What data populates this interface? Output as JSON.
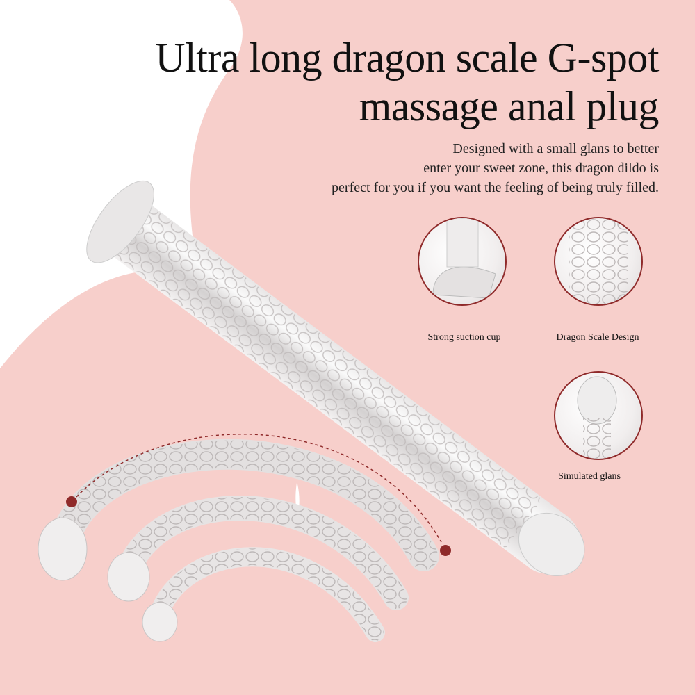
{
  "title": {
    "line1": "Ultra long dragon scale G-spot",
    "line2": "massage anal plug"
  },
  "description": {
    "line1": "Designed with a small glans to better",
    "line2": "enter your sweet zone, this dragon dildo is",
    "line3": "perfect for you if you want the feeling of being truly filled."
  },
  "features": [
    {
      "label": "Strong suction cup",
      "icon": "suction-cup-detail"
    },
    {
      "label": "Dragon Scale Design",
      "icon": "scale-texture-detail"
    },
    {
      "label": "Simulated glans",
      "icon": "glans-detail"
    }
  ],
  "colors": {
    "pink": "#f7cfcb",
    "accent": "#8f2a2a"
  }
}
